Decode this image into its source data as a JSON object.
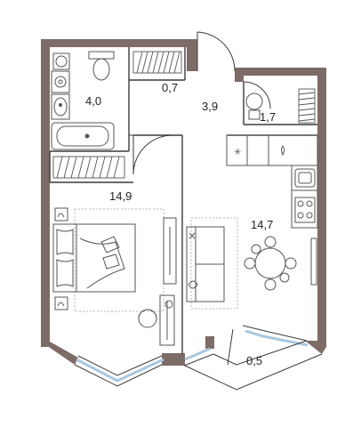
{
  "colors": {
    "wall": "#7d6b68",
    "line": "#3a3a3a",
    "furniture": "#555555",
    "dashed": "#b5b5b5",
    "window": "#a9c7df",
    "background": "#ffffff"
  },
  "rooms": {
    "bathroom": {
      "area": "4,0"
    },
    "storage": {
      "area": "0,7"
    },
    "hall": {
      "area": "3,9"
    },
    "wc_closet": {
      "area": "1,7"
    },
    "bedroom": {
      "area": "14,9"
    },
    "living_kitchen": {
      "area": "14,7"
    },
    "balcony": {
      "area": "0,5"
    }
  },
  "icons": {
    "bathroom_fixtures": [
      "toilet-icon",
      "bathtub-icon",
      "sink-icon",
      "washing-machine-icon",
      "shower-icon"
    ],
    "kitchen_fixtures": [
      "stove-icon",
      "kitchen-sink-icon",
      "fridge-icon"
    ],
    "bedroom_furniture": [
      "bed-icon",
      "wardrobe-icon",
      "desk-icon",
      "chair-icon",
      "lamp-icon"
    ],
    "living_furniture": [
      "sofa-icon",
      "tv-stand-icon",
      "dining-table-icon",
      "dining-chair-icon"
    ]
  }
}
